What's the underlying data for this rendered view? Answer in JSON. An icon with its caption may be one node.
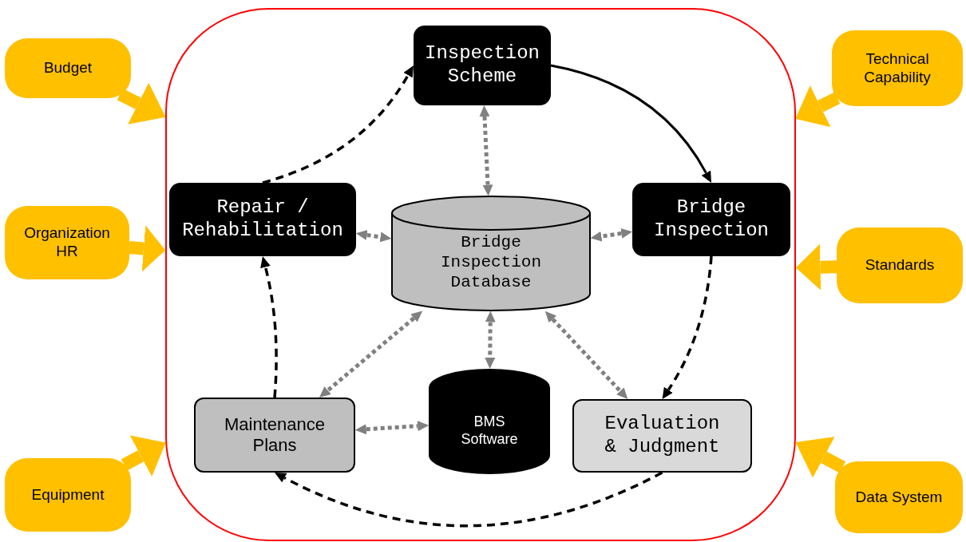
{
  "diagram": {
    "nodes": [
      {
        "text": [],
        "shape": "box"
      },
      {
        "text": [
          "Inspection Scheme"
        ],
        "in": 0
      },
      {
        "text": [
          "Repair / Rehabilitation"
        ],
        "in": 0
      },
      {
        "text": [
          "Bridge Inspection"
        ],
        "in": 0
      },
      {
        "text": [
          "Bridge Inspection Database"
        ],
        "in": 0
      },
      {
        "text": [
          "Maintenance Plans"
        ],
        "in": 0
      },
      {
        "text": [
          "BMS Software"
        ],
        "in": 0
      },
      {
        "text": [
          "Evaluation & Judgment"
        ],
        "in": 0
      },
      {
        "text": [
          "Budget"
        ]
      },
      {
        "text": [
          "Technical Capability"
        ]
      },
      {
        "text": [
          "Organization HR"
        ]
      },
      {
        "text": [
          "Standards"
        ]
      },
      {
        "text": [
          "Equipment"
        ]
      },
      {
        "text": [
          "Data System"
        ]
      }
    ],
    "edges": [
      {
        "from": 1,
        "to": 3,
        "arrow": "to",
        "color": "#000000"
      },
      {
        "from": 3,
        "to": 7,
        "arrow": "to",
        "style": "dashed",
        "color": "#000000"
      },
      {
        "from": 7,
        "to": 5,
        "arrow": "to",
        "style": "dashed",
        "color": "#000000"
      },
      {
        "from": 5,
        "to": 2,
        "arrow": "to",
        "style": "dashed",
        "color": "#000000"
      },
      {
        "from": 2,
        "to": 1,
        "arrow": "to",
        "style": "dashed",
        "color": "#000000"
      },
      {
        "from": 1,
        "to": 4,
        "arrow": "both",
        "style": "dashed"
      },
      {
        "from": 2,
        "to": 4,
        "arrow": "both",
        "style": "dashed"
      },
      {
        "from": 3,
        "to": 4,
        "arrow": "both",
        "style": "dashed"
      },
      {
        "from": 4,
        "to": 6,
        "arrow": "both",
        "style": "dashed"
      },
      {
        "from": 4,
        "to": 5,
        "arrow": "both",
        "style": "dashed"
      },
      {
        "from": 4,
        "to": 7,
        "arrow": "both",
        "style": "dashed"
      },
      {
        "from": 5,
        "to": 6,
        "arrow": "both",
        "style": "dashed"
      },
      {
        "from": 8,
        "to": 0,
        "arrow": "to",
        "style": "thick",
        "color": "#ffc000"
      },
      {
        "from": 9,
        "to": 0,
        "arrow": "to",
        "style": "thick",
        "color": "#ffc000"
      },
      {
        "from": 10,
        "to": 0,
        "arrow": "to",
        "style": "thick",
        "color": "#ffc000"
      },
      {
        "from": 11,
        "to": 0,
        "arrow": "to",
        "style": "thick",
        "color": "#ffc000"
      },
      {
        "from": 12,
        "to": 0,
        "arrow": "to",
        "style": "thick",
        "color": "#ffc000"
      },
      {
        "from": 13,
        "to": 0,
        "arrow": "to",
        "style": "thick",
        "color": "#ffc000"
      }
    ]
  }
}
